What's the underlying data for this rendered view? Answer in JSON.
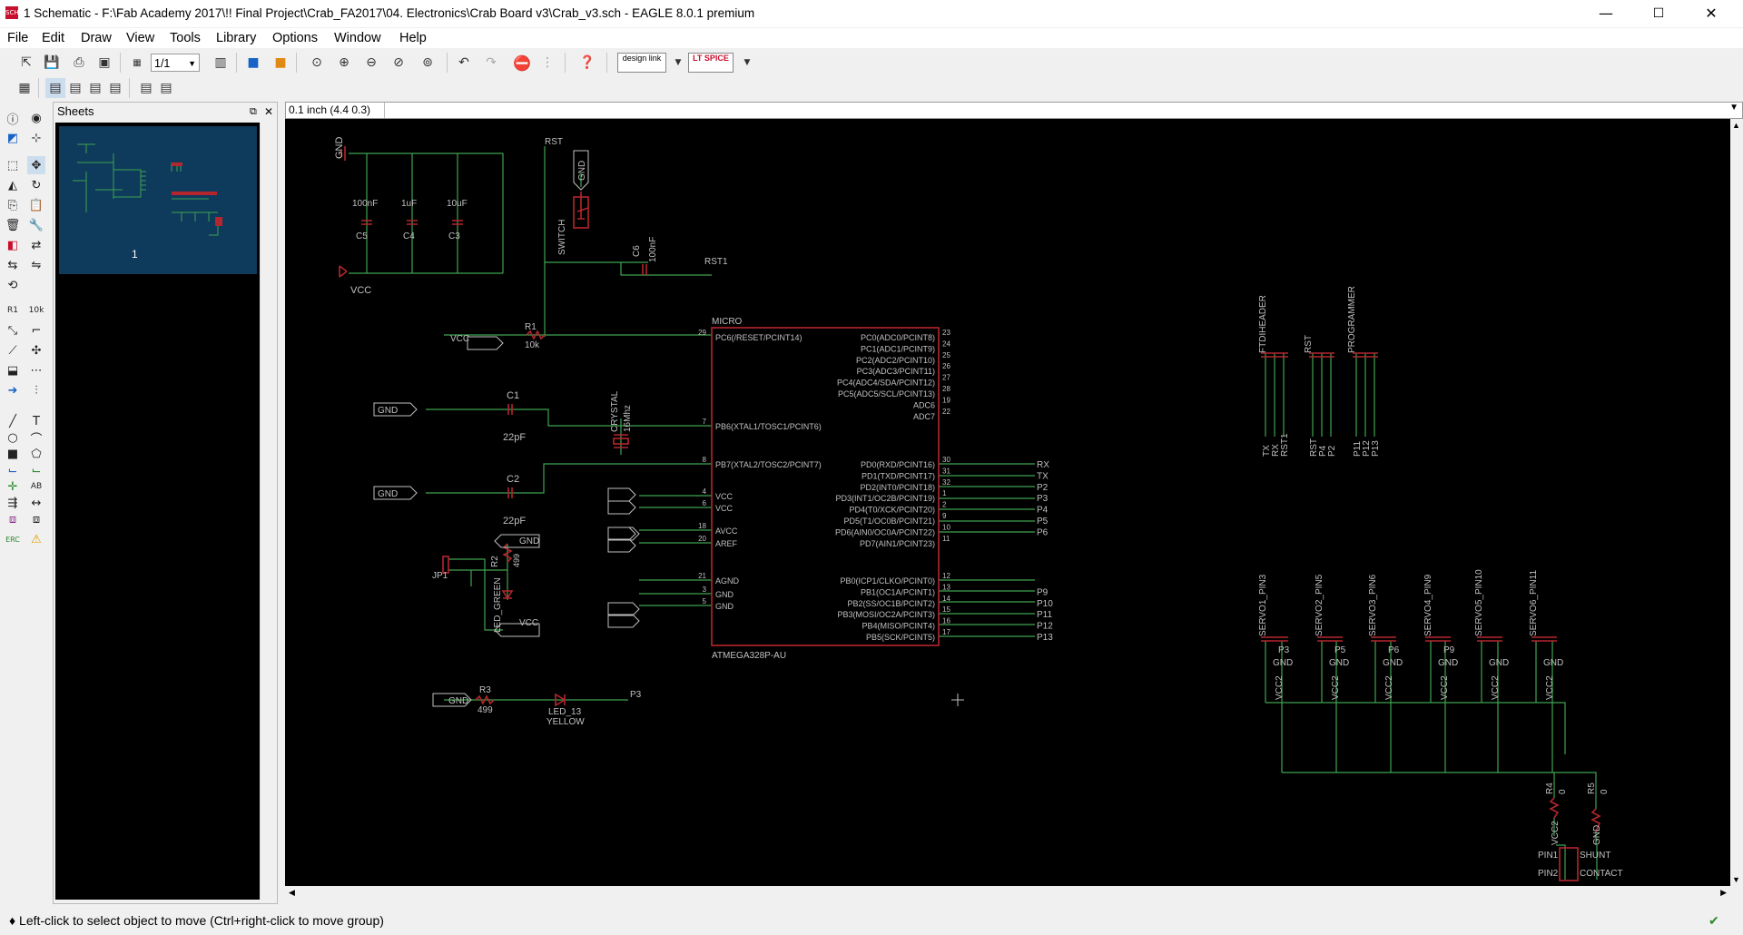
{
  "window": {
    "title": "1 Schematic - F:\\Fab Academy 2017\\!! Final Project\\Crab_FA2017\\04. Electronics\\Crab Board v3\\Crab_v3.sch - EAGLE 8.0.1 premium",
    "minimize": "—",
    "maximize": "☐",
    "close": "✕",
    "icon_text": "SCH"
  },
  "menu": {
    "file": "File",
    "edit": "Edit",
    "draw": "Draw",
    "view": "View",
    "tools": "Tools",
    "library": "Library",
    "options": "Options",
    "window": "Window",
    "help": "Help"
  },
  "toolbar": {
    "sheet_select": "1/1",
    "designlink": "design link",
    "ltspice": "LT SPICE"
  },
  "sheets_panel": {
    "title": "Sheets",
    "sheet_number": "1"
  },
  "command": {
    "grid_readout": "0.1 inch (4.4 0.3)",
    "input_value": ""
  },
  "status": {
    "text": "♦ Left-click to select object to move (Ctrl+right-click to move group)"
  },
  "colors": {
    "canvas_bg": "#000000",
    "wire": "#4fb04f",
    "symbol": "#b4262d",
    "text": "#c0c0c0"
  },
  "schematic": {
    "labels": {
      "gnd_cap_bank": "GND",
      "vcc_cap_bank": "VCC",
      "c5_val": "100nF",
      "c5": "C5",
      "c4_val": "1uF",
      "c4": "C4",
      "c3_val": "10uF",
      "c3": "C3",
      "rst_top": "RST",
      "gnd_switch": "GND",
      "switch": "SWITCH",
      "c6": "C6",
      "c6_val": "100nF",
      "rst1": "RST1",
      "micro": "MICRO",
      "r1": "R1",
      "r1_val": "10k",
      "vcc_r1": "VCC",
      "gnd_c1": "GND",
      "c1": "C1",
      "c1_val": "22pF",
      "crystal": "CRYSTAL",
      "crystal_val": "16Mhz",
      "gnd_c2": "GND",
      "c2": "C2",
      "c2_val": "22pF",
      "chip_name": "ATMEGA328P-AU",
      "jp1": "JP1",
      "r2": "R2",
      "r2_val": "499",
      "led_green": "LED_GREEN",
      "gnd_led": "GND",
      "vcc_led": "VCC",
      "gnd_r3": "GND",
      "r3": "R3",
      "r3_val": "499",
      "led13": "LED_13",
      "yellow": "YELLOW",
      "p3": "P3",
      "ftdi": "FTDIHEADER",
      "rst_hdr": "RST",
      "programmer": "PROGRAMMER",
      "tx": "TX",
      "rx": "RX",
      "rst1_h": "RST1",
      "rst_h": "RST",
      "p4": "P4",
      "p2": "P2",
      "p11": "P11",
      "p12": "P12",
      "p13": "P13",
      "r4": "R4",
      "r4_val": "0",
      "r5": "R5",
      "r5_val": "0",
      "vcc2": "VCC2",
      "gnd_r5": "GND",
      "pin1": "PIN1",
      "pin2": "PIN2",
      "shunt": "SHUNT",
      "contact": "CONTACT"
    },
    "left_pins": [
      {
        "name": "PC6(/RESET/PCINT14)",
        "num": "29"
      },
      {
        "name": "PB6(XTAL1/TOSC1/PCINT6)",
        "num": "7"
      },
      {
        "name": "PB7(XTAL2/TOSC2/PCINT7)",
        "num": "8"
      },
      {
        "name": "VCC",
        "num": "4"
      },
      {
        "name": "VCC",
        "num": "6"
      },
      {
        "name": "AVCC",
        "num": "18"
      },
      {
        "name": "AREF",
        "num": "20"
      },
      {
        "name": "AGND",
        "num": "21"
      },
      {
        "name": "GND",
        "num": "3"
      },
      {
        "name": "GND",
        "num": "5"
      }
    ],
    "right_pins_c": [
      {
        "name": "PC0(ADC0/PCINT8)",
        "num": "23"
      },
      {
        "name": "PC1(ADC1/PCINT9)",
        "num": "24"
      },
      {
        "name": "PC2(ADC2/PCINT10)",
        "num": "25"
      },
      {
        "name": "PC3(ADC3/PCINT11)",
        "num": "26"
      },
      {
        "name": "PC4(ADC4/SDA/PCINT12)",
        "num": "27"
      },
      {
        "name": "PC5(ADC5/SCL/PCINT13)",
        "num": "28"
      },
      {
        "name": "ADC6",
        "num": "19"
      },
      {
        "name": "ADC7",
        "num": "22"
      }
    ],
    "right_pins_d": [
      {
        "name": "PD0(RXD/PCINT16)",
        "num": "30",
        "net": "RX"
      },
      {
        "name": "PD1(TXD/PCINT17)",
        "num": "31",
        "net": "TX"
      },
      {
        "name": "PD2(INT0/PCINT18)",
        "num": "32",
        "net": "P2"
      },
      {
        "name": "PD3(INT1/OC2B/PCINT19)",
        "num": "1",
        "net": "P3"
      },
      {
        "name": "PD4(T0/XCK/PCINT20)",
        "num": "2",
        "net": "P4"
      },
      {
        "name": "PD5(T1/OC0B/PCINT21)",
        "num": "9",
        "net": "P5"
      },
      {
        "name": "PD6(AIN0/OC0A/PCINT22)",
        "num": "10",
        "net": "P6"
      },
      {
        "name": "PD7(AIN1/PCINT23)",
        "num": "11",
        "net": ""
      }
    ],
    "right_pins_b": [
      {
        "name": "PB0(ICP1/CLKO/PCINT0)",
        "num": "12",
        "net": ""
      },
      {
        "name": "PB1(OC1A/PCINT1)",
        "num": "13",
        "net": "P9"
      },
      {
        "name": "PB2(SS/OC1B/PCINT2)",
        "num": "14",
        "net": "P10"
      },
      {
        "name": "PB3(MOSI/OC2A/PCINT3)",
        "num": "15",
        "net": "P11"
      },
      {
        "name": "PB4(MISO/PCINT4)",
        "num": "16",
        "net": "P12"
      },
      {
        "name": "PB5(SCK/PCINT5)",
        "num": "17",
        "net": "P13"
      }
    ],
    "servos": [
      {
        "name": "SERVO1_PIN3",
        "sig": "P3",
        "gnd": "GND",
        "vcc": "VCC2"
      },
      {
        "name": "SERVO2_PIN5",
        "sig": "P5",
        "gnd": "GND",
        "vcc": "VCC2"
      },
      {
        "name": "SERVO3_PIN6",
        "sig": "P6",
        "gnd": "GND",
        "vcc": "VCC2"
      },
      {
        "name": "SERVO4_PIN9",
        "sig": "P9",
        "gnd": "GND",
        "vcc": "VCC2"
      },
      {
        "name": "SERVO5_PIN10",
        "sig": "",
        "gnd": "GND",
        "vcc": "VCC2"
      },
      {
        "name": "SERVO6_PIN11",
        "sig": "",
        "gnd": "GND",
        "vcc": "VCC2"
      }
    ]
  }
}
